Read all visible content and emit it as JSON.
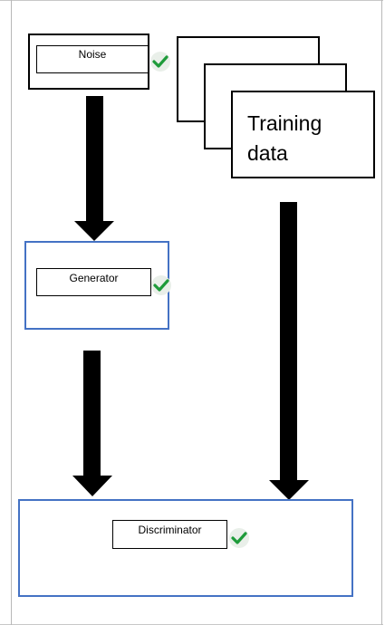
{
  "nodes": {
    "noise": {
      "label": "Noise"
    },
    "generator": {
      "label": "Generator"
    },
    "discriminator": {
      "label": "Discriminator"
    },
    "training_data": {
      "label_line1": "Training",
      "label_line2": "data"
    }
  },
  "icons": {
    "check": "check-icon"
  },
  "colors": {
    "blue_border": "#4472c4",
    "check_green": "#1e9b3a",
    "check_bg": "#e9efe9"
  }
}
